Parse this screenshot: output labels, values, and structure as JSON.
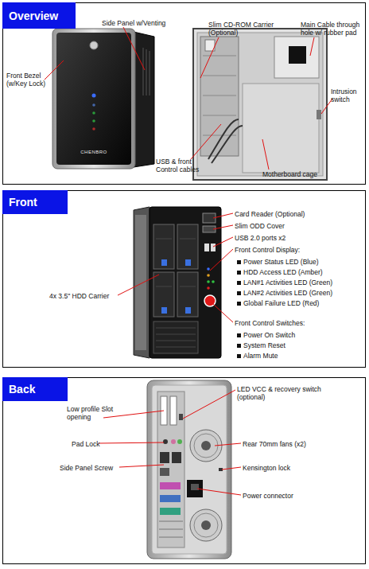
{
  "diagram": {
    "nodes": [
      {
        "text": [
          "Overview"
        ]
      },
      {
        "text": [
          "Front"
        ]
      },
      {
        "text": [
          "Back"
        ]
      }
    ],
    "labels": [
      "Side Panel w/Venting",
      "Slim CD-ROM Carrier (Optional)",
      "Main Cable through hole w/ rubber pad",
      "Front Bezel (w/Key Lock)",
      "CHENBRO",
      "Intrusion switch",
      "USB & front Control cables",
      "Motherboard cage",
      "Card Reader (Optional)",
      "Slim ODD Cover",
      "USB 2.0 ports x2",
      "Front Control Display:",
      "Power Status LED (Blue)",
      "HDD Access LED (Amber)",
      "LAN#1 Activities LED (Green)",
      "LAN#2 Activities LED (Green)",
      "Global Failure LED (Red)",
      "4x 3.5\" HDD Carrier",
      "Front Control Switches:",
      "Power On Switch",
      "System Reset",
      "Alarm Mute",
      "LED VCC & recovery switch (optional)",
      "Low profile Slot opening",
      "Pad Lock",
      "Rear 70mm fans (x2)",
      "Side Panel Screw",
      "Kensington lock",
      "Power connector"
    ]
  }
}
